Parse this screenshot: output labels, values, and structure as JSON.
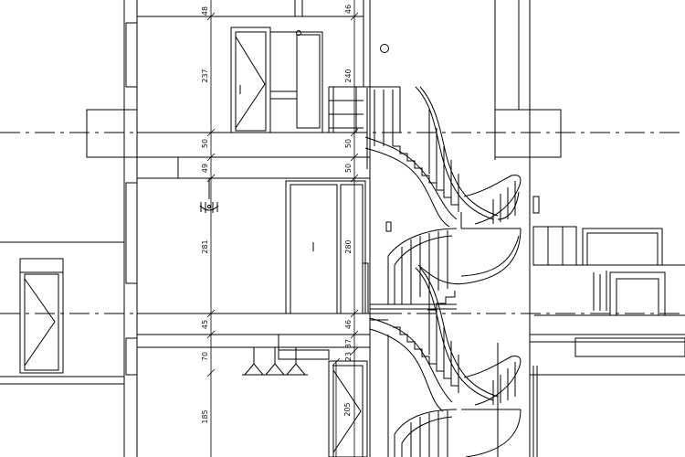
{
  "drawing": {
    "type": "architectural-section",
    "line_color": "#000000",
    "background": "#ffffff",
    "level_lines": [
      "dashed",
      "dashed"
    ]
  },
  "dimensions_left": [
    {
      "text": "48"
    },
    {
      "text": "237"
    },
    {
      "text": "50"
    },
    {
      "text": "49"
    },
    {
      "text": "281"
    },
    {
      "text": "45"
    },
    {
      "text": "70"
    },
    {
      "text": "185"
    }
  ],
  "dimensions_right": [
    {
      "text": "46"
    },
    {
      "text": "240"
    },
    {
      "text": "50"
    },
    {
      "text": "50"
    },
    {
      "text": "280"
    },
    {
      "text": "46"
    },
    {
      "text": "37"
    },
    {
      "text": "23"
    }
  ],
  "door_dimension": {
    "text": "205"
  },
  "icons": [
    "chandelier-icon",
    "pendant-lamps-icon",
    "spiral-staircase"
  ]
}
